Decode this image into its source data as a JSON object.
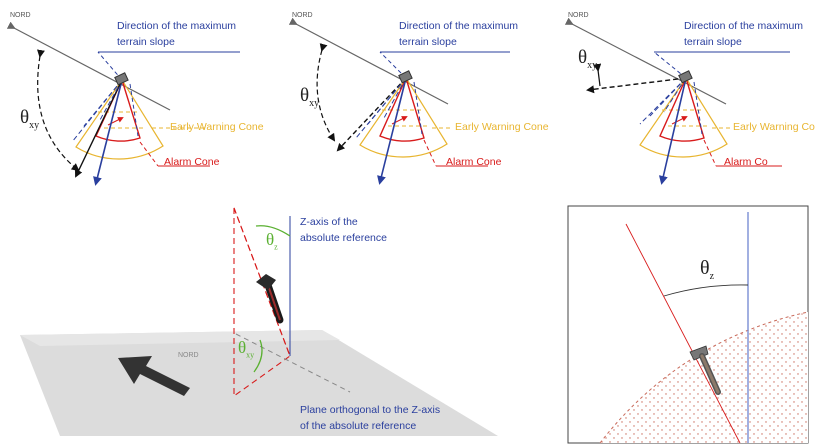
{
  "panels": [
    {
      "nord": "NORD",
      "slope_label": [
        "Direction of the maximum",
        "terrain slope"
      ],
      "early_label": "Early Warning Cone",
      "alarm_label": "Alarm Cone",
      "theta": "θ",
      "theta_sub": "xy"
    },
    {
      "nord": "NORD",
      "slope_label": [
        "Direction of the maximum",
        "terrain slope"
      ],
      "early_label": "Early Warning Cone",
      "alarm_label": "Alarm Cone",
      "theta": "θ",
      "theta_sub": "xy"
    },
    {
      "nord": "NORD",
      "slope_label": [
        "Direction of the maximum",
        "terrain slope"
      ],
      "early_label": "Early Warning Cone",
      "alarm_label": "Alarm Co",
      "theta": "θ",
      "theta_sub": "xy"
    }
  ],
  "plane_diagram": {
    "z_axis_label": [
      "Z-axis of the",
      "absolute reference"
    ],
    "plane_label": [
      "Plane orthogonal to the Z-axis",
      "of the absolute reference"
    ],
    "nord": "NORD",
    "theta_z": "θ",
    "theta_z_sub": "z",
    "theta_xy": "θ",
    "theta_xy_sub": "xy"
  },
  "detail_diagram": {
    "theta": "θ",
    "theta_sub": "z"
  },
  "colors": {
    "blue": "#2a3f9e",
    "red": "#d81b1b",
    "yellow": "#e8b530",
    "green": "#5ab031"
  }
}
